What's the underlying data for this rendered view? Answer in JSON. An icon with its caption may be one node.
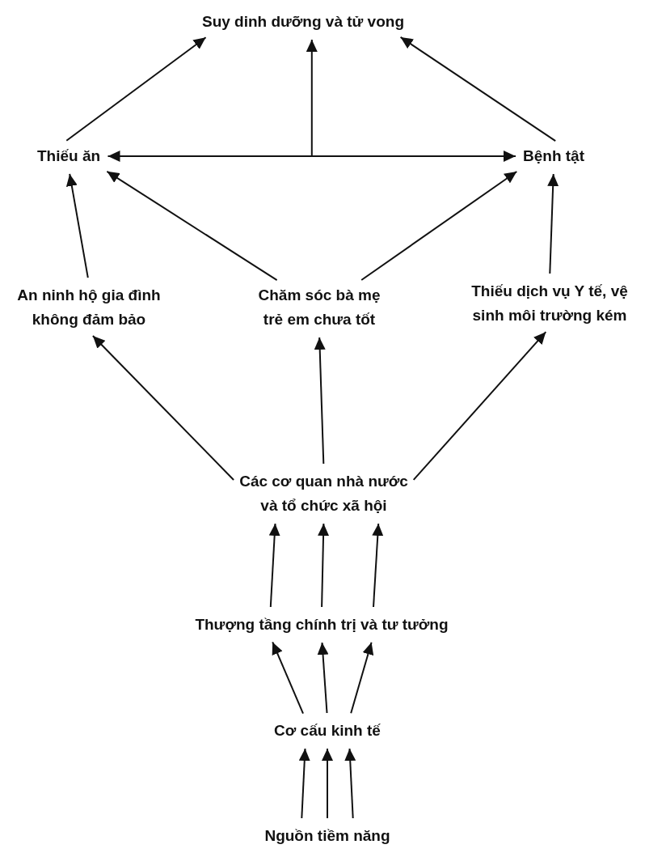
{
  "diagram": {
    "nodes": [
      {
        "text": [
          "Suy dinh dưỡng và tử vong"
        ]
      },
      {
        "text": [
          "Thiếu ăn"
        ]
      },
      {
        "text": [
          "Bệnh tật"
        ]
      },
      {
        "text": [
          "An ninh hộ gia đình không đảm bảo"
        ]
      },
      {
        "text": [
          "Chăm sóc bà mẹ trẻ em chưa tốt"
        ]
      },
      {
        "text": [
          "Thiếu dịch vụ Y tế, vệ sinh môi trường kém"
        ]
      },
      {
        "text": [
          "Các cơ quan nhà nước và tổ chức xã hội"
        ]
      },
      {
        "text": [
          "Thượng tầng chính trị và tư tưởng"
        ]
      },
      {
        "text": [
          "Cơ cấu kinh tế"
        ]
      },
      {
        "text": [
          "Nguồn tiềm năng"
        ]
      }
    ],
    "edges": [
      {
        "from": 1,
        "to": 0,
        "arrow": "to"
      },
      {
        "from": 2,
        "to": 0,
        "arrow": "to"
      },
      {
        "from": 1,
        "to": 2,
        "arrow": "both"
      },
      {
        "from": null,
        "to": 0,
        "arrow": "to"
      },
      {
        "from": 3,
        "to": 1,
        "arrow": "to"
      },
      {
        "from": 4,
        "to": 1,
        "arrow": "to"
      },
      {
        "from": 4,
        "to": 2,
        "arrow": "to"
      },
      {
        "from": 5,
        "to": 2,
        "arrow": "to"
      },
      {
        "from": 6,
        "to": 3,
        "arrow": "to"
      },
      {
        "from": 6,
        "to": 4,
        "arrow": "to"
      },
      {
        "from": 6,
        "to": 5,
        "arrow": "to"
      },
      {
        "from": 7,
        "to": 6,
        "arrow": "to"
      },
      {
        "from": 7,
        "to": 6,
        "arrow": "to"
      },
      {
        "from": 7,
        "to": 6,
        "arrow": "to"
      },
      {
        "from": 8,
        "to": 7,
        "arrow": "to"
      },
      {
        "from": 8,
        "to": 7,
        "arrow": "to"
      },
      {
        "from": 8,
        "to": 7,
        "arrow": "to"
      },
      {
        "from": 9,
        "to": 8,
        "arrow": "to"
      },
      {
        "from": 9,
        "to": 8,
        "arrow": "to"
      },
      {
        "from": 9,
        "to": 8,
        "arrow": "to"
      }
    ]
  }
}
